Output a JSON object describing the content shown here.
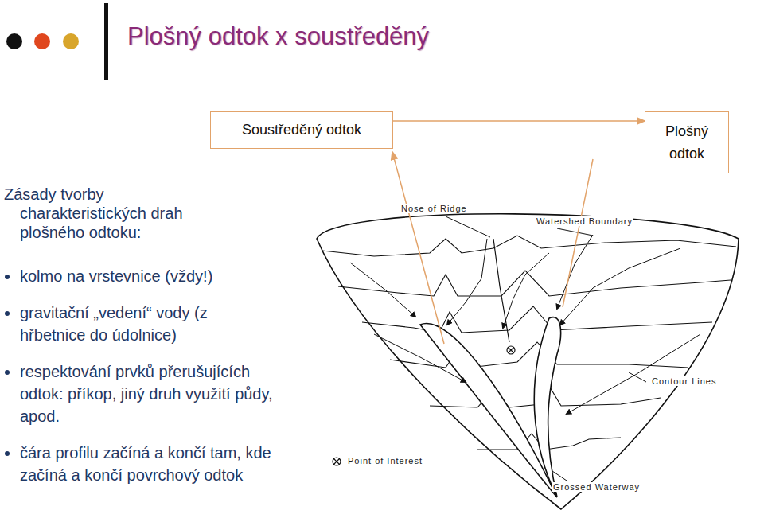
{
  "diagram": {
    "title": "Plošný odtok  x  soustředěný",
    "nodes": [
      {
        "text": [
          "Soustředěný odtok"
        ]
      },
      {
        "text": [
          "Plošný odtok"
        ]
      }
    ],
    "edges": [
      {
        "from": 0,
        "to": 1,
        "arrow": "to"
      }
    ],
    "labels": [
      "Zásady tvorby charakteristických drah plošného odtoku:",
      "kolmo na vrstevnice (vždy!)",
      "gravitační „vedení“ vody (z hřbetnice do údolnice)",
      "respektování prvků přerušujících odtok: příkop, jiný druh využití půdy, apod.",
      "čára profilu začíná a končí tam, kde začíná a končí povrchový odtok",
      "Nose of Ridge",
      "Watershed Boundary",
      "Contour Lines",
      "Point of Interest",
      "Grossed Waterway"
    ]
  }
}
